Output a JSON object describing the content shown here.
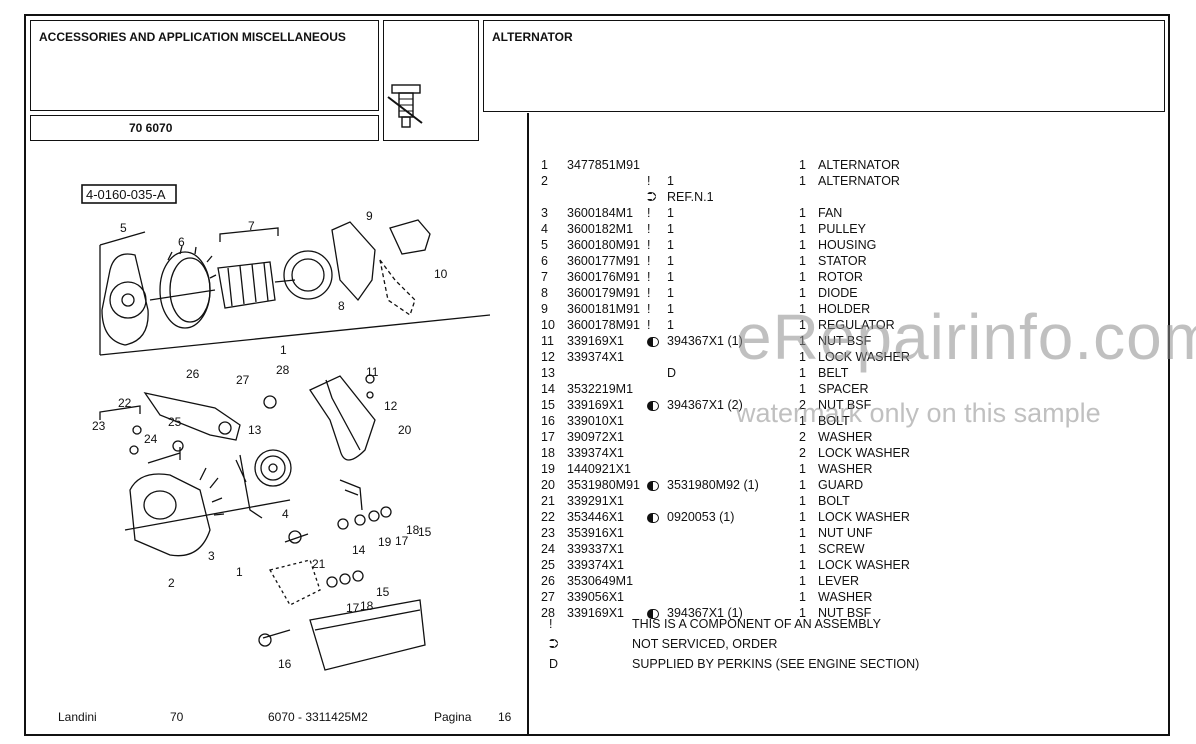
{
  "header": {
    "section_title": "ACCESSORIES AND APPLICATION MISCELLANEOUS",
    "model": "70 6070",
    "group_title": "ALTERNATOR"
  },
  "diagram": {
    "code": "4-0160-035-A",
    "callouts": [
      "5",
      "6",
      "7",
      "9",
      "10",
      "8",
      "1",
      "26",
      "27",
      "28",
      "11",
      "12",
      "22",
      "25",
      "13",
      "20",
      "23",
      "24",
      "3",
      "4",
      "2",
      "14",
      "19",
      "17",
      "18",
      "15",
      "21",
      "1",
      "17",
      "18",
      "15",
      "16"
    ]
  },
  "parts": [
    {
      "n": "1",
      "pn": "3477851M91",
      "mk": "",
      "sub": "",
      "q": "1",
      "d": "ALTERNATOR"
    },
    {
      "n": "2",
      "pn": "",
      "mk": "!",
      "sub": "1",
      "q": "1",
      "d": "ALTERNATOR"
    },
    {
      "n": "",
      "pn": "",
      "mk": "note",
      "sub": "REF.N.1",
      "q": "",
      "d": ""
    },
    {
      "n": "3",
      "pn": "3600184M1",
      "mk": "!",
      "sub": "1",
      "q": "1",
      "d": "FAN"
    },
    {
      "n": "4",
      "pn": "3600182M1",
      "mk": "!",
      "sub": "1",
      "q": "1",
      "d": "PULLEY"
    },
    {
      "n": "5",
      "pn": "3600180M91",
      "mk": "!",
      "sub": "1",
      "q": "1",
      "d": "HOUSING"
    },
    {
      "n": "6",
      "pn": "3600177M91",
      "mk": "!",
      "sub": "1",
      "q": "1",
      "d": "STATOR"
    },
    {
      "n": "7",
      "pn": "3600176M91",
      "mk": "!",
      "sub": "1",
      "q": "1",
      "d": "ROTOR"
    },
    {
      "n": "8",
      "pn": "3600179M91",
      "mk": "!",
      "sub": "1",
      "q": "1",
      "d": "DIODE"
    },
    {
      "n": "9",
      "pn": "3600181M91",
      "mk": "!",
      "sub": "1",
      "q": "1",
      "d": "HOLDER"
    },
    {
      "n": "10",
      "pn": "3600178M91",
      "mk": "!",
      "sub": "1",
      "q": "1",
      "d": "REGULATOR"
    },
    {
      "n": "11",
      "pn": "339169X1",
      "mk": "dot",
      "sub": "394367X1  (1)",
      "q": "1",
      "d": "NUT BSF"
    },
    {
      "n": "12",
      "pn": "339374X1",
      "mk": "",
      "sub": "",
      "q": "1",
      "d": "LOCK WASHER"
    },
    {
      "n": "13",
      "pn": "",
      "mk": "",
      "sub": "D",
      "q": "1",
      "d": "BELT"
    },
    {
      "n": "14",
      "pn": "3532219M1",
      "mk": "",
      "sub": "",
      "q": "1",
      "d": "SPACER"
    },
    {
      "n": "15",
      "pn": "339169X1",
      "mk": "dot",
      "sub": "394367X1  (2)",
      "q": "2",
      "d": "NUT BSF"
    },
    {
      "n": "16",
      "pn": "339010X1",
      "mk": "",
      "sub": "",
      "q": "1",
      "d": "BOLT"
    },
    {
      "n": "17",
      "pn": "390972X1",
      "mk": "",
      "sub": "",
      "q": "2",
      "d": "WASHER"
    },
    {
      "n": "18",
      "pn": "339374X1",
      "mk": "",
      "sub": "",
      "q": "2",
      "d": "LOCK WASHER"
    },
    {
      "n": "19",
      "pn": "1440921X1",
      "mk": "",
      "sub": "",
      "q": "1",
      "d": "WASHER"
    },
    {
      "n": "20",
      "pn": "3531980M91",
      "mk": "dot",
      "sub": "3531980M92  (1)",
      "q": "1",
      "d": "GUARD"
    },
    {
      "n": "21",
      "pn": "339291X1",
      "mk": "",
      "sub": "",
      "q": "1",
      "d": "BOLT"
    },
    {
      "n": "22",
      "pn": "353446X1",
      "mk": "dot",
      "sub": "0920053  (1)",
      "q": "1",
      "d": "LOCK WASHER"
    },
    {
      "n": "23",
      "pn": "353916X1",
      "mk": "",
      "sub": "",
      "q": "1",
      "d": "NUT UNF"
    },
    {
      "n": "24",
      "pn": "339337X1",
      "mk": "",
      "sub": "",
      "q": "1",
      "d": "SCREW"
    },
    {
      "n": "25",
      "pn": "339374X1",
      "mk": "",
      "sub": "",
      "q": "1",
      "d": "LOCK WASHER"
    },
    {
      "n": "26",
      "pn": "3530649M1",
      "mk": "",
      "sub": "",
      "q": "1",
      "d": "LEVER"
    },
    {
      "n": "27",
      "pn": "339056X1",
      "mk": "",
      "sub": "",
      "q": "1",
      "d": "WASHER"
    },
    {
      "n": "28",
      "pn": "339169X1",
      "mk": "dot",
      "sub": "394367X1  (1)",
      "q": "1",
      "d": "NUT BSF"
    }
  ],
  "legend": [
    {
      "sym": "!",
      "text": "THIS IS A COMPONENT OF AN ASSEMBLY"
    },
    {
      "sym": "note",
      "text": "NOT SERVICED, ORDER"
    },
    {
      "sym": "D",
      "text": "SUPPLIED BY PERKINS (SEE ENGINE SECTION)"
    }
  ],
  "footer": {
    "brand": "Landini",
    "series": "70",
    "ref": "6070 - 3311425M2",
    "page_label": "Pagina",
    "page": "16"
  },
  "watermark": {
    "main": "eRepairinfo.com",
    "sub": "watermark only on this sample"
  }
}
